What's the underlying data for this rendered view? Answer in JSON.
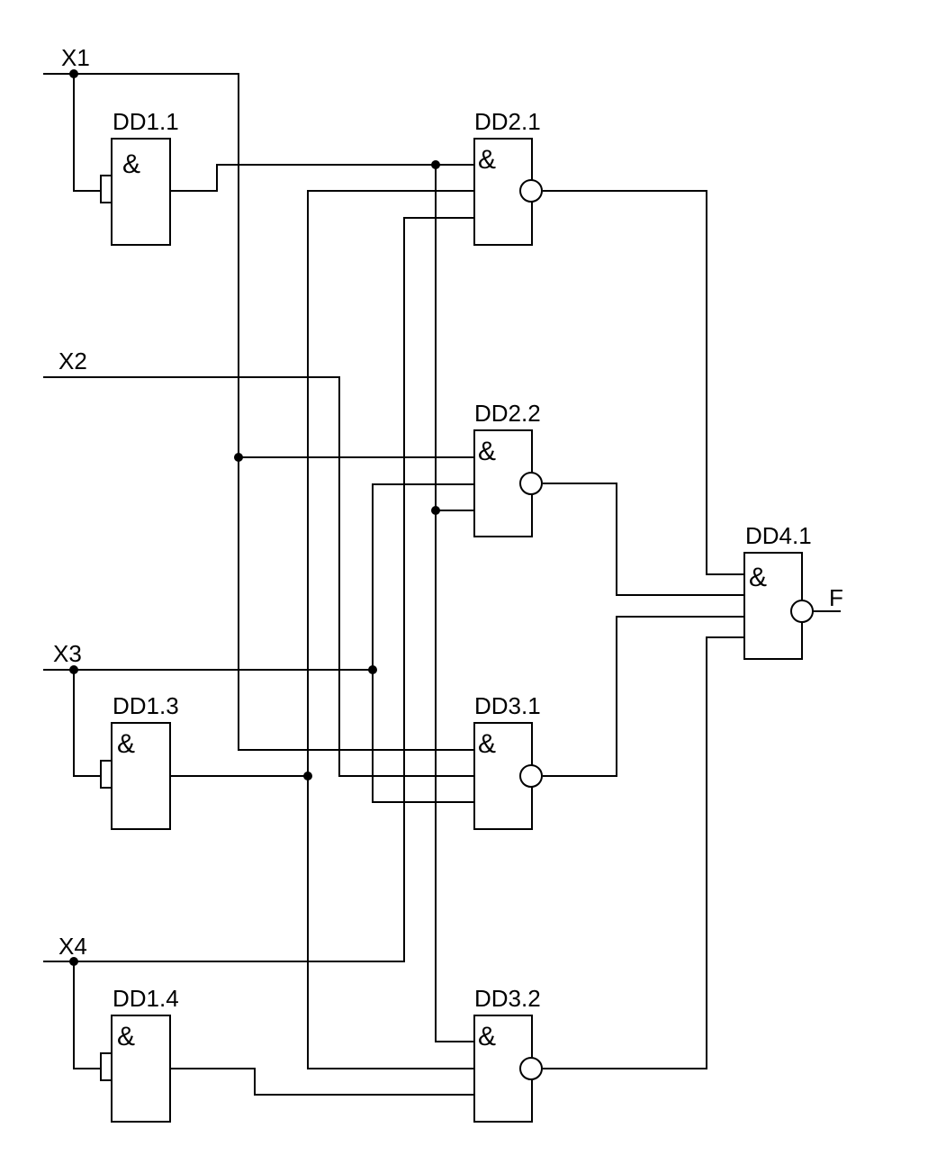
{
  "inputs": {
    "x1": "X1",
    "x2": "X2",
    "x3": "X3",
    "x4": "X4"
  },
  "output": "F",
  "gates": {
    "dd1_1": {
      "name": "DD1.1",
      "symbol": "&"
    },
    "dd1_3": {
      "name": "DD1.3",
      "symbol": "&"
    },
    "dd1_4": {
      "name": "DD1.4",
      "symbol": "&"
    },
    "dd2_1": {
      "name": "DD2.1",
      "symbol": "&"
    },
    "dd2_2": {
      "name": "DD2.2",
      "symbol": "&"
    },
    "dd3_1": {
      "name": "DD3.1",
      "symbol": "&"
    },
    "dd3_2": {
      "name": "DD3.2",
      "symbol": "&"
    },
    "dd4_1": {
      "name": "DD4.1",
      "symbol": "&"
    }
  }
}
